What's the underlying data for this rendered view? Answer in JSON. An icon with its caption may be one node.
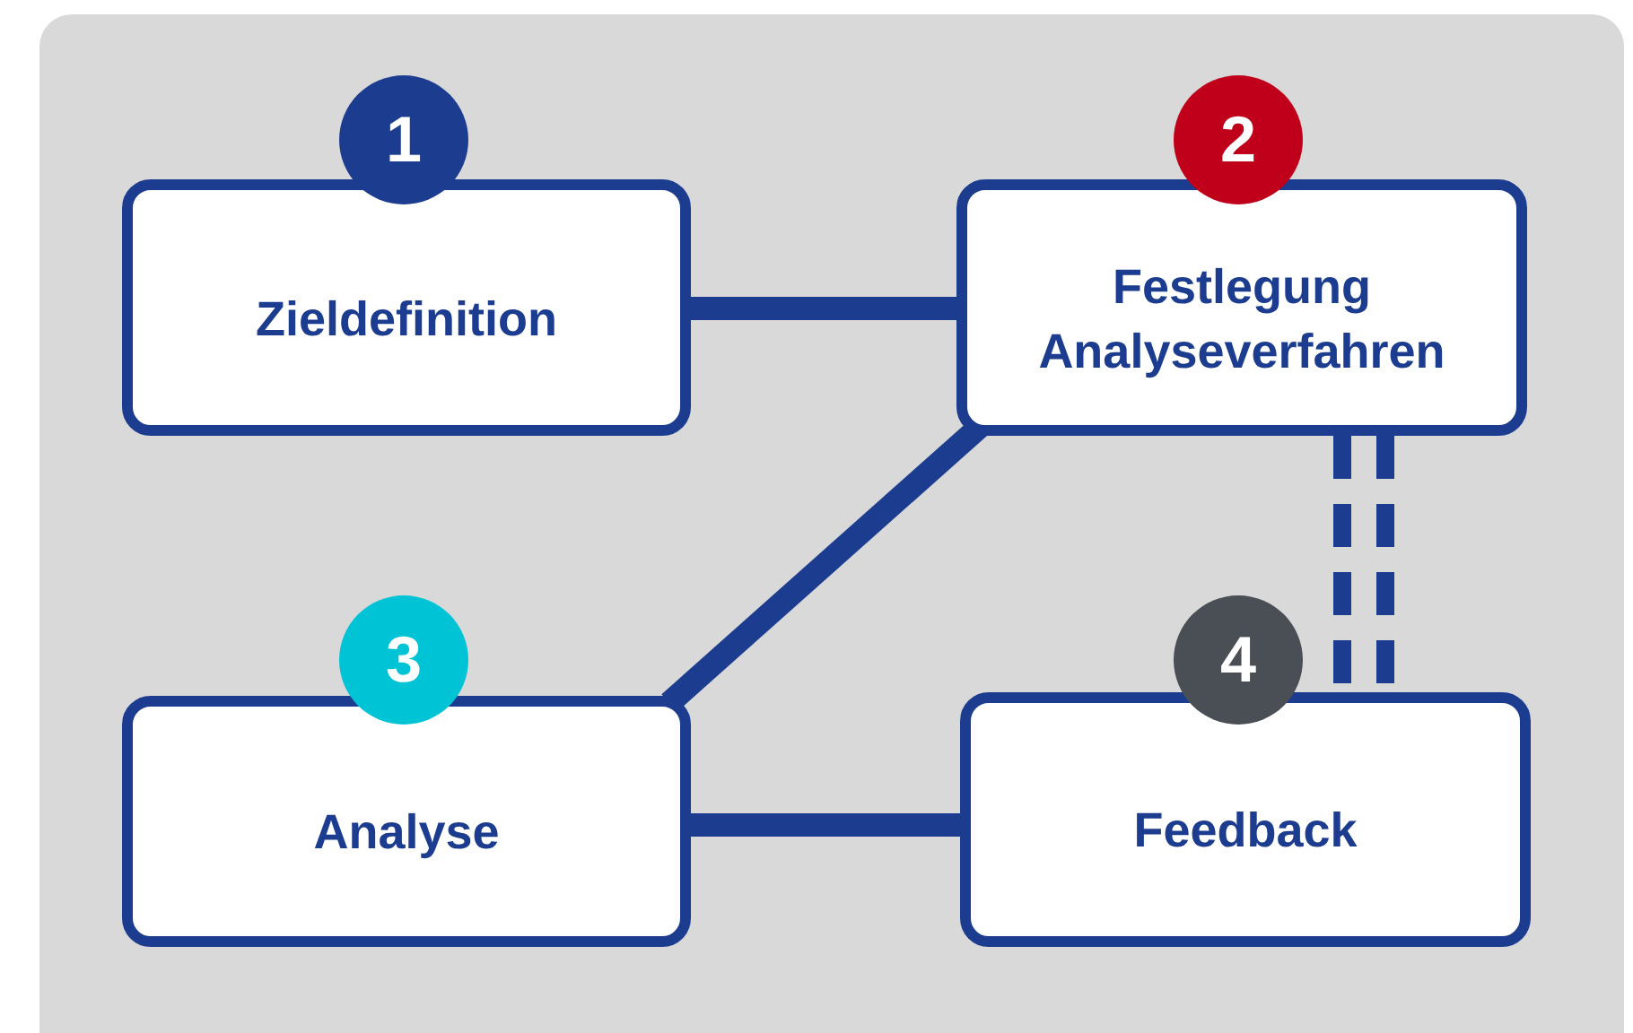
{
  "diagram": {
    "nodes": [
      {
        "text": [
          "1"
        ]
      },
      {
        "text": [
          "Zieldefinition"
        ]
      },
      {
        "text": [
          "2"
        ]
      },
      {
        "text": [
          "Festlegung Analyseverfahren"
        ]
      },
      {
        "text": [
          "3"
        ]
      },
      {
        "text": [
          "Analyse"
        ]
      },
      {
        "text": [
          "4"
        ]
      },
      {
        "text": [
          "Feedback"
        ]
      }
    ],
    "edges": [
      {
        "from": 1,
        "to": 3,
        "arrow": "none"
      },
      {
        "from": 3,
        "to": 5,
        "arrow": "none"
      },
      {
        "from": 5,
        "to": 7,
        "arrow": "none"
      },
      {
        "from": 3,
        "to": 7,
        "arrow": "none",
        "style": "dashed"
      }
    ]
  }
}
